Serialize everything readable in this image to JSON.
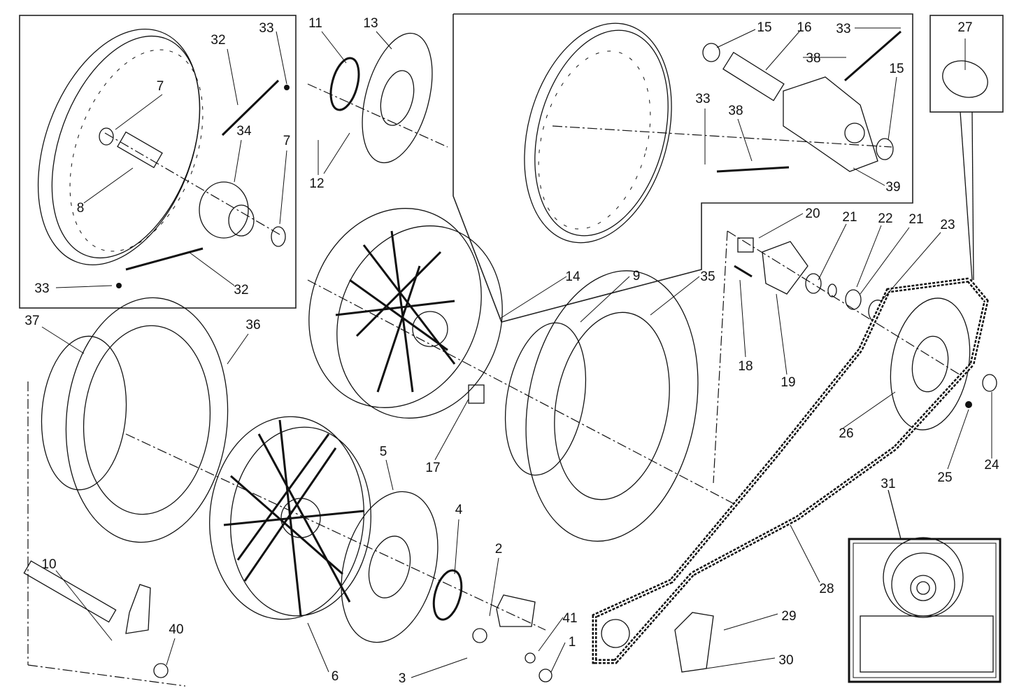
{
  "title": "Ducati wheels exploded parts diagram",
  "labels": [
    "33",
    "32",
    "7",
    "34",
    "7",
    "8",
    "33",
    "32",
    "11",
    "13",
    "12",
    "15",
    "16",
    "33",
    "38",
    "15",
    "33",
    "38",
    "39",
    "27",
    "20",
    "21",
    "22",
    "21",
    "23",
    "18",
    "19",
    "14",
    "9",
    "35",
    "37",
    "36",
    "17",
    "5",
    "4",
    "2",
    "41",
    "1",
    "3",
    "6",
    "10",
    "40",
    "26",
    "25",
    "24",
    "31",
    "28",
    "29",
    "30"
  ]
}
